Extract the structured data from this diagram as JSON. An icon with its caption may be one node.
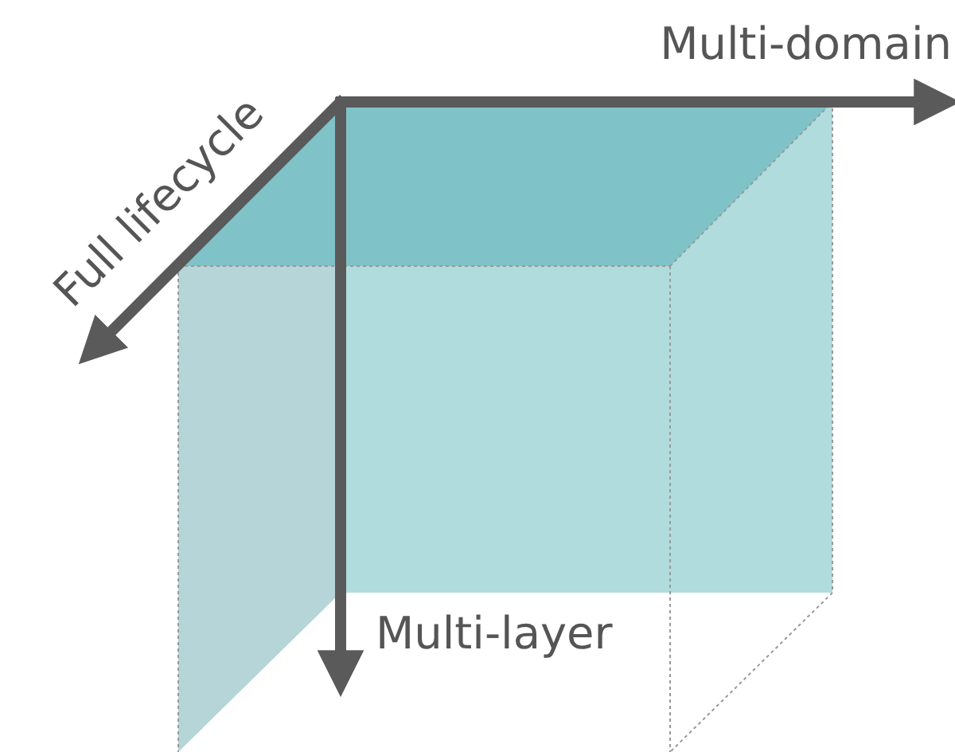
{
  "diagram": {
    "labels": [
      "Multi-domain",
      "Full lifecycle",
      "Multi-layer"
    ]
  }
}
